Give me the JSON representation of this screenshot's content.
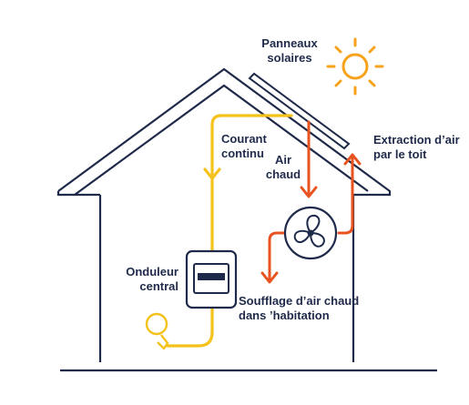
{
  "labels": {
    "panneaux": [
      "Panneaux",
      "solaires"
    ],
    "courant": [
      "Courant",
      "continu"
    ],
    "air": [
      "Air",
      "chaud"
    ],
    "extraction": [
      "Extraction d’air",
      "par le toit"
    ],
    "onduleur": [
      "Onduleur",
      "central"
    ],
    "soufflage": [
      "Soufflage d’air chaud",
      "dans ’habitation"
    ]
  },
  "colors": {
    "outline": "#1f2a4a",
    "current": "#f4c21b",
    "air": "#e8531f",
    "sun": "#f7a21b",
    "bulb": "#f4c21b"
  },
  "icons": [
    "sun-icon",
    "fan-icon",
    "light-bulb-icon",
    "inverter-icon",
    "solar-panel-icon"
  ]
}
